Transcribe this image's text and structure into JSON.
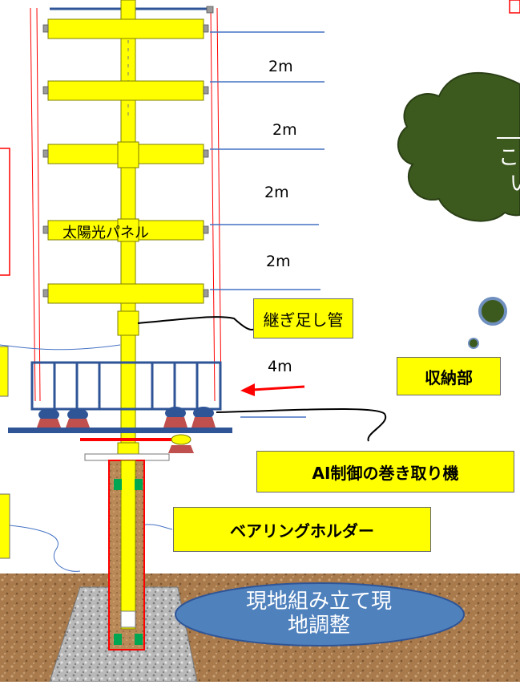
{
  "dimensions": [
    "2m",
    "2m",
    "2m",
    "2m",
    "4m"
  ],
  "labels": {
    "solar_panel": "太陽光パネル",
    "extension_pipe": "継ぎ足し管",
    "storage": "収納部",
    "winder": "AI制御の巻き取り機",
    "bearing_holder": "ベアリングホルダー",
    "onsite": "現地組み立て現地調整",
    "cloud_line1": "こ",
    "cloud_line2": "い"
  },
  "colors": {
    "pole": "#ffff00",
    "frame": "#2f5597",
    "red": "#ff0000",
    "cloud": "#3d5a1e",
    "oval": "#4f81bd",
    "ground": "#a5774a",
    "foundation": "#b4b4b4"
  }
}
